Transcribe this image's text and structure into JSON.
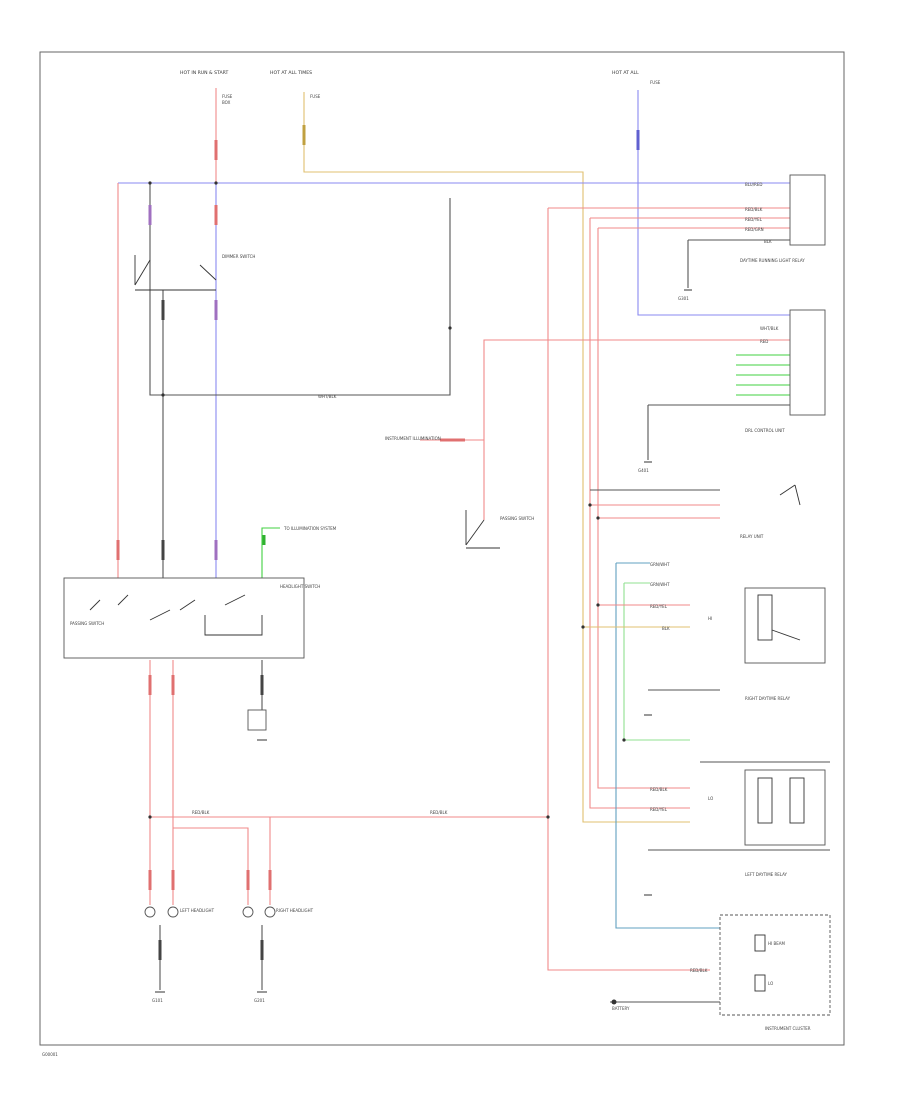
{
  "colors": {
    "red": "#f08a8a",
    "blue": "#8a8af0",
    "yellow": "#e0c070",
    "green": "#40d040",
    "teal": "#60a0c0",
    "black": "#555555",
    "lightgreen": "#90e090"
  },
  "labels": {
    "hot_run_top": "HOT IN RUN & START",
    "hot_run_b": "HOT AT ALL TIMES",
    "hot_at_all_right": "HOT AT ALL",
    "fuse_top_a": "FUSE",
    "fuse_top_b": "BOX",
    "fuse_right": "FUSE",
    "panel": "INSTRUMENT ILLUMINATION",
    "battery": "BATTERY",
    "headlight_sw": "HEADLIGHT SWITCH",
    "dimmer_sw": "DIMMER SWITCH",
    "left_head": "LEFT HEADLIGHT",
    "right_head": "RIGHT HEADLIGHT",
    "daytime_relay": "DAYTIME RUNNING LIGHT RELAY",
    "drl_control": "DRL CONTROL UNIT",
    "inst_cluster": "INSTRUMENT CLUSTER",
    "passing_sw": "PASSING SWITCH",
    "wire_grn_wht": "GRN/WHT",
    "wire_red_blk": "RED/BLK",
    "wire_red_yel": "RED/YEL",
    "wire_blk": "BLK",
    "wire_red": "RED",
    "wire_red_grn": "RED/GRN",
    "wire_blu_red": "BLU/RED",
    "wire_wht_blk": "WHT/BLK",
    "relay_unit": "RELAY UNIT",
    "hi": "HI",
    "lo": "LO",
    "beam": "HI BEAM",
    "ground_g1": "G101",
    "ground_g2": "G201",
    "ground_g3": "G301",
    "ground_g4": "G401",
    "illum_branch": "TO ILLUMINATION SYSTEM",
    "daytime_right_relay": "RIGHT DAYTIME RELAY",
    "daytime_left_relay": "LEFT DAYTIME RELAY",
    "fig_num": "G00001"
  }
}
